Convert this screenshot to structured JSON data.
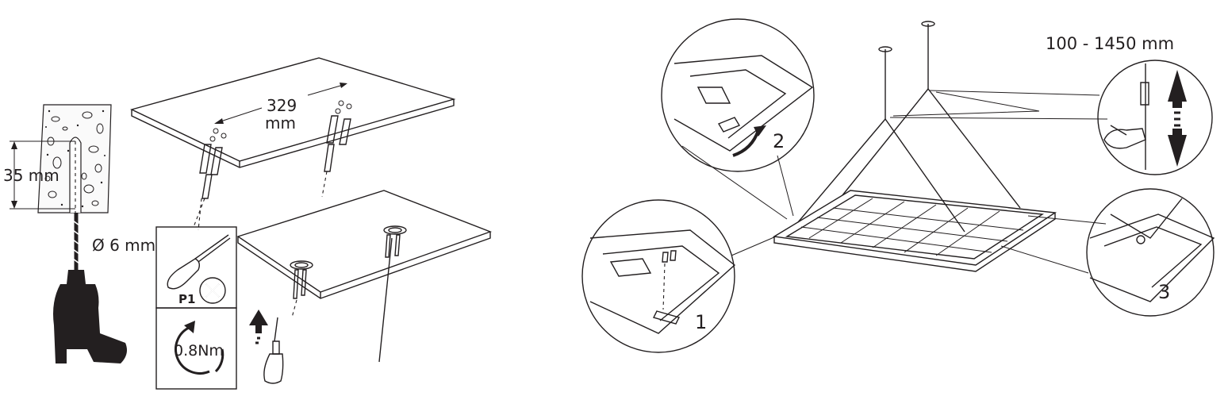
{
  "labels": {
    "drill_depth": "35 mm",
    "drill_diameter": "Ø 6 mm",
    "anchor_spacing_value": "329",
    "anchor_spacing_unit": "mm",
    "tool_code": "P1",
    "torque": "0.8Nm",
    "suspension_range": "100 - 1450 mm",
    "step_1": "1",
    "step_2": "2",
    "step_3": "3"
  },
  "icons": {
    "drill": "drill-icon",
    "screwdriver": "screwdriver-icon",
    "prohibited": "cross-circle-icon",
    "torque": "rotation-arrow-icon",
    "push": "up-arrow-icon",
    "adjust": "up-down-arrow-icon"
  },
  "colors": {
    "line": "#231f20",
    "background": "#ffffff"
  }
}
